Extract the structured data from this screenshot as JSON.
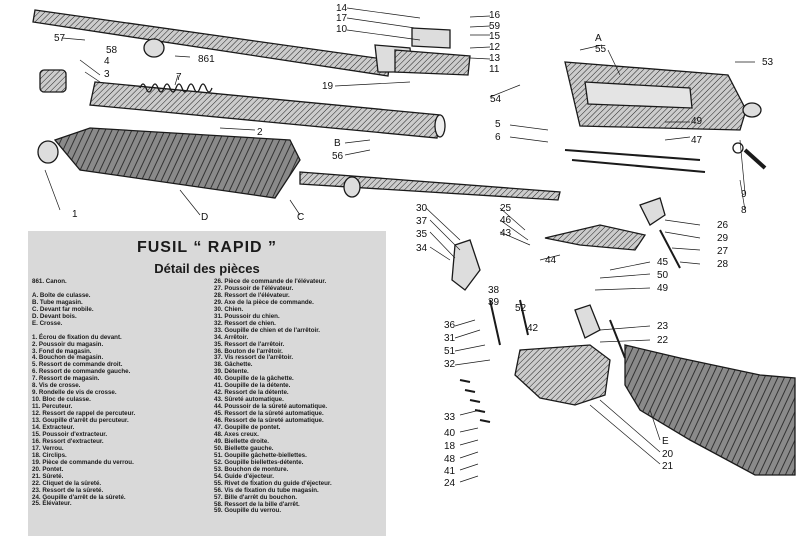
{
  "legend": {
    "title": "FUSIL “ RAPID ”",
    "subtitle": "Détail des pièces",
    "col1_top": [
      "861. Canon."
    ],
    "col1_letters": [
      "A. Boîte de culasse.",
      "B. Tube magasin.",
      "C. Devant far mobile.",
      "D. Devant bois.",
      "E. Crosse."
    ],
    "col1_numbers": [
      "1. Écrou de fixation du devant.",
      "2. Poussoir du magasin.",
      "3. Fond de magasin.",
      "4. Bouchon de magasin.",
      "5. Ressort de commande droit.",
      "6. Ressort de commande gauche.",
      "7. Ressort de magasin.",
      "8. Vis de crosse.",
      "9. Rondelle de vis de crosse.",
      "10. Bloc de culasse.",
      "11. Percuteur.",
      "12. Ressort de rappel de percuteur.",
      "13. Goupille d'arrêt du percuteur.",
      "14. Extracteur.",
      "15. Poussoir d'extracteur.",
      "16. Ressort d'extracteur.",
      "17. Verrou.",
      "18. Circlips.",
      "19. Pièce de commande du verrou.",
      "20. Pontet.",
      "21. Sûreté.",
      "22. Cliquet de la sûreté.",
      "23. Ressort de la sûreté.",
      "24. Goupille d'arrêt de la sûreté.",
      "25. Élévateur."
    ],
    "col2": [
      "26. Pièce de commande de l'élévateur.",
      "27. Poussoir de l'élévateur.",
      "28. Ressort de l'élévateur.",
      "29. Axe de la pièce de commande.",
      "30. Chien.",
      "31. Poussoir du chien.",
      "32. Ressort de chien.",
      "33. Goupille de chien et de l'arrêtoir.",
      "34. Arrêtoir.",
      "35. Ressort de l'arrêtoir.",
      "36. Bouton de l'arrêtoir.",
      "37. Vis ressort de l'arrêtoir.",
      "38. Gâchette.",
      "39. Détente.",
      "40. Goupille de la gâchette.",
      "41. Goupille de la détente.",
      "42. Ressort de la détente.",
      "43. Sûreté automatique.",
      "44. Poussoir de la sûreté automatique.",
      "45. Ressort de la sûreté automatique.",
      "46. Ressort de la sûreté automatique.",
      "47. Goupille de pontet.",
      "48. Axes creux.",
      "49. Biellette droite.",
      "50. Biellette gauche.",
      "51. Goupille gâchette-biellettes.",
      "52. Goupille biellettes-détente.",
      "53. Bouchon de monture.",
      "54. Guide d'éjecteur.",
      "55. Rivet de fixation du guide d'éjecteur.",
      "56. Vis de fixation du tube magasin.",
      "57. Bille d'arrêt du bouchon.",
      "58. Ressort de la bille d'arrêt.",
      "59. Goupille du verrou."
    ]
  },
  "callouts": {
    "l14": "14",
    "l17": "17",
    "l10": "10",
    "l16": "16",
    "l59": "59",
    "l15": "15",
    "l12": "12",
    "l13": "13",
    "l11": "11",
    "l57": "57",
    "l58": "58",
    "l861": "861",
    "l4": "4",
    "l3": "3",
    "l7": "7",
    "l19": "19",
    "lA": "A",
    "l55": "55",
    "l54": "54",
    "l53": "53",
    "l2": "2",
    "lB": "B",
    "l56": "56",
    "l5": "5",
    "l6": "6",
    "l47": "47",
    "l49": "49",
    "l9": "9",
    "l8": "8",
    "l1": "1",
    "lD": "D",
    "lC": "C",
    "l30": "30",
    "l37": "37",
    "l35": "35",
    "l34": "34",
    "l25": "25",
    "l46": "46",
    "l43": "43",
    "l44": "44",
    "l45": "45",
    "l50": "50",
    "l49b": "49",
    "l38": "38",
    "l39": "39",
    "l52": "52",
    "l42": "42",
    "l36": "36",
    "l31": "31",
    "l51": "51",
    "l32": "32",
    "l26": "26",
    "l29": "29",
    "l27": "27",
    "l28": "28",
    "l23": "23",
    "l22": "22",
    "l33": "33",
    "l40": "40",
    "l18": "18",
    "l48": "48",
    "l41": "41",
    "l24": "24",
    "lE": "E",
    "l20": "20",
    "l21": "21"
  },
  "colors": {
    "ink": "#1a1a1a",
    "panel": "#d9d9d9",
    "wood": "#6b6b6b"
  }
}
